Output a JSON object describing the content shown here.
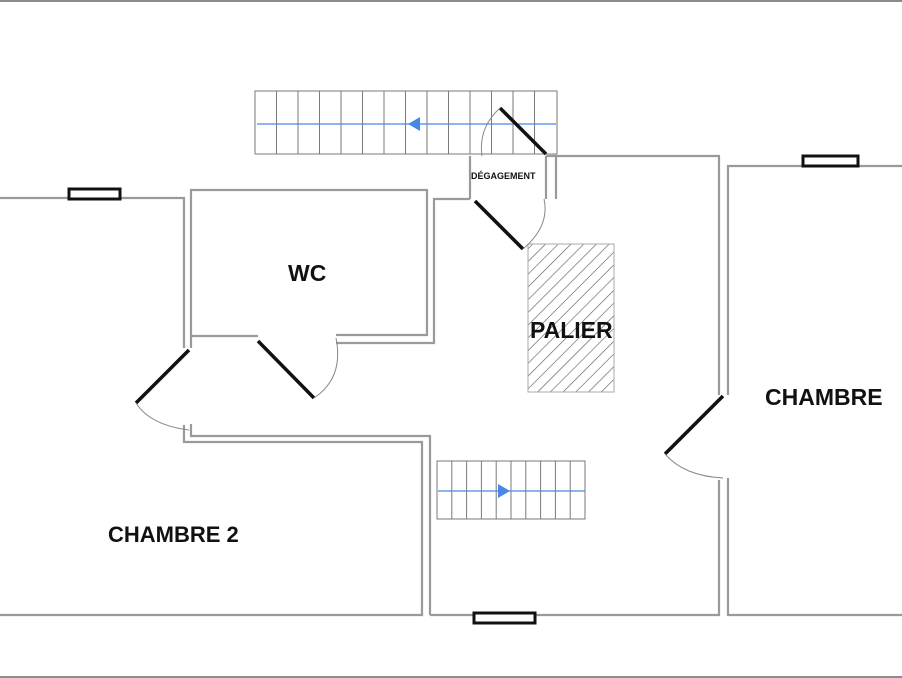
{
  "rooms": {
    "wc": "WC",
    "palier": "PALIER",
    "chambre": "CHAMBRE",
    "chambre_2": "CHAMBRE 2",
    "degagement": "DÉGAGEMENT"
  },
  "colors": {
    "wall": "#9a9a9a",
    "door": "#111111",
    "stair_line": "#7a7a7a",
    "arrow": "#4a86e8",
    "hatch": "#555555"
  }
}
